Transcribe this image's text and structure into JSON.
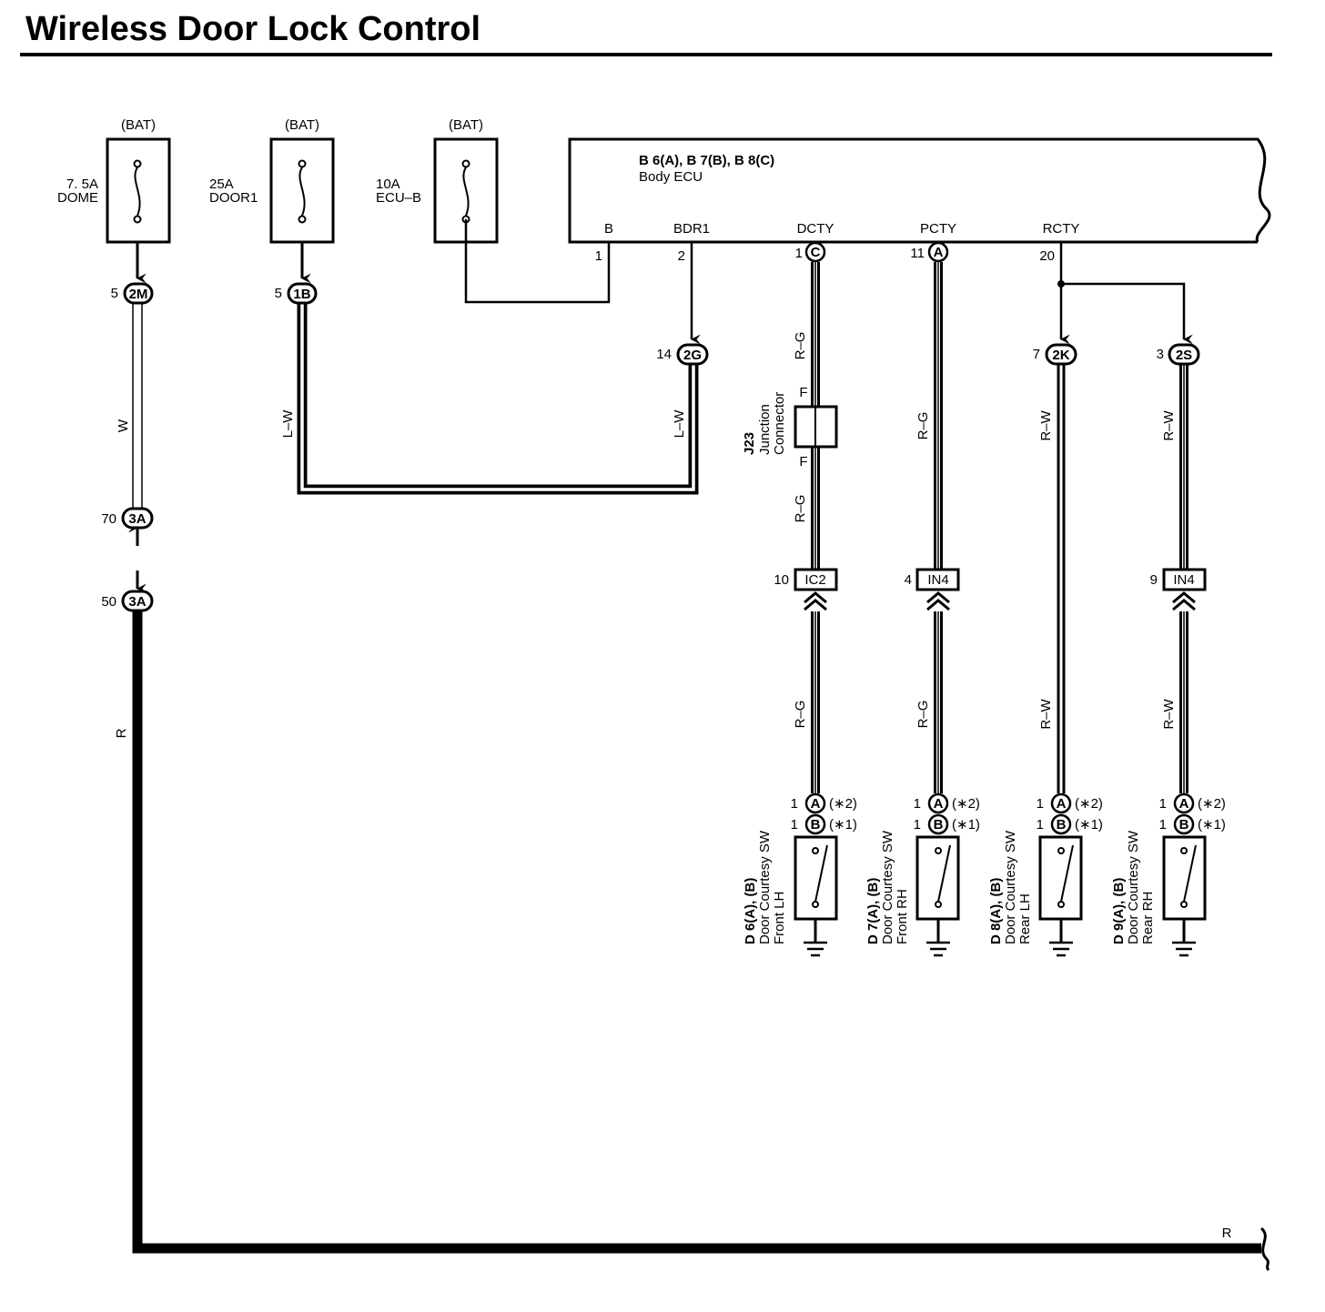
{
  "title": "Wireless Door Lock Control",
  "fuses": [
    {
      "source": "(BAT)",
      "rating": "7. 5A",
      "name": "DOME"
    },
    {
      "source": "(BAT)",
      "rating": "25A",
      "name": "DOOR1"
    },
    {
      "source": "(BAT)",
      "rating": "10A",
      "name": "ECU–B"
    }
  ],
  "ecu": {
    "connectors": "B 6(A), B 7(B), B 8(C)",
    "name": "Body ECU",
    "pins": [
      {
        "label": "B",
        "num": "1"
      },
      {
        "label": "BDR1",
        "num": "2"
      },
      {
        "label": "DCTY",
        "num": "1",
        "conn": "C"
      },
      {
        "label": "PCTY",
        "num": "11",
        "conn": "A"
      },
      {
        "label": "RCTY",
        "num": "20"
      }
    ]
  },
  "connectors": {
    "c2M": {
      "num": "5",
      "id": "2M"
    },
    "c1B": {
      "num": "5",
      "id": "1B"
    },
    "c2G": {
      "num": "14",
      "id": "2G"
    },
    "c2K": {
      "num": "7",
      "id": "2K"
    },
    "c2S": {
      "num": "3",
      "id": "2S"
    },
    "c3A_top": {
      "num": "70",
      "id": "3A"
    },
    "c3A_bot": {
      "num": "50",
      "id": "3A"
    },
    "cIC2": {
      "num": "10",
      "id": "IC2"
    },
    "cIN4a": {
      "num": "4",
      "id": "IN4"
    },
    "cIN4b": {
      "num": "9",
      "id": "IN4"
    }
  },
  "wires": {
    "w": "W",
    "lw": "L–W",
    "rg": "R–G",
    "rw": "R–W",
    "r": "R"
  },
  "junction": {
    "id": "J23",
    "name": "Junction",
    "name2": "Connector",
    "pin": "F"
  },
  "switches": [
    {
      "id": "D 6(A), (B)",
      "line1": "Door Courtesy SW",
      "line2": "Front LH"
    },
    {
      "id": "D 7(A), (B)",
      "line1": "Door Courtesy SW",
      "line2": "Front RH"
    },
    {
      "id": "D 8(A), (B)",
      "line1": "Door Courtesy SW",
      "line2": "Rear LH"
    },
    {
      "id": "D 9(A), (B)",
      "line1": "Door Courtesy SW",
      "line2": "Rear RH"
    }
  ],
  "sw_pins": {
    "num": "1",
    "a": "A",
    "b": "B",
    "note_a": "(∗2)",
    "note_b": "(∗1)"
  }
}
